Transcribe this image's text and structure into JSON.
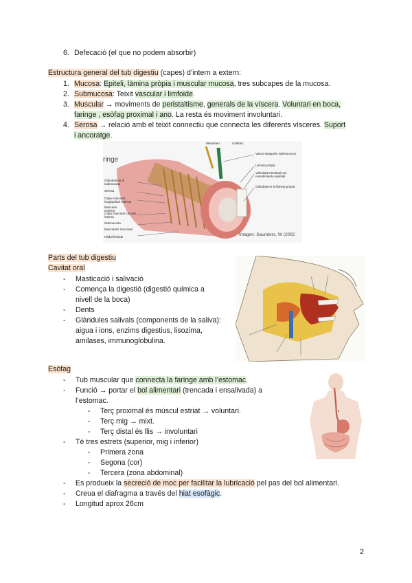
{
  "top_list": {
    "item6_num": "6.",
    "item6_text": "Defecació (el que no podem absorbir)"
  },
  "structure": {
    "heading_hl": "Estructura general del tub digestiu",
    "heading_rest": " (capes) d’intern a extern:",
    "items": [
      {
        "num": "1.",
        "parts": [
          {
            "t": "Mucosa",
            "h": "o"
          },
          {
            "t": ": "
          },
          {
            "t": "Epiteli, làmina pròpia i muscular mucosa",
            "h": "g"
          },
          {
            "t": ", tres subcapes de la mucosa."
          }
        ]
      },
      {
        "num": "2.",
        "parts": [
          {
            "t": "Submucosa",
            "h": "o"
          },
          {
            "t": ": Teixit "
          },
          {
            "t": "vascular i limfoide",
            "h": "g"
          },
          {
            "t": "."
          }
        ]
      },
      {
        "num": "3.",
        "line1": [
          {
            "t": "Muscular",
            "h": "o"
          },
          {
            "t": " → moviments de "
          },
          {
            "t": "peristaltisme",
            "h": "g"
          },
          {
            "t": ", "
          },
          {
            "t": "generals de la víscera",
            "h": "g"
          },
          {
            "t": ". "
          },
          {
            "t": "Voluntari en boca,",
            "h": "g"
          }
        ],
        "line2": [
          {
            "t": "faringe , esòfag proximal i ano",
            "h": "g"
          },
          {
            "t": ". La resta és moviment involuntari."
          }
        ]
      },
      {
        "num": "4.",
        "line1": [
          {
            "t": "Serosa",
            "h": "o"
          },
          {
            "t": " → relació amb el teixit connectiu que connecta les diferents vísceres. "
          },
          {
            "t": "Suport",
            "h": "g"
          }
        ],
        "line2": [
          {
            "t": "i ancoratge",
            "h": "g"
          },
          {
            "t": "."
          }
        ]
      }
    ]
  },
  "figure1": {
    "labels": {
      "mesenteri": "Mesenteri",
      "colidoc": "Colèdoc",
      "vasos": "Vasos sanguinis submucosos",
      "lamina": "Làmina pròpia",
      "vellositat": "Vellositat intestinal con revestimiento epitelial",
      "glandula_lamina": "Glàndula en la làmina pròpia",
      "glandula_sub": "Glàndula en la submucosa",
      "serosa": "Serosa",
      "capa_long": "Capa muscular longitudinal externa",
      "muscular_externa": "Muscular externa",
      "capa_circ": "Capa muscular circular interna",
      "submucosa": "Submucosa",
      "muscularis": "Muscularis mucosae",
      "nodul": "Nòdul linfoide",
      "credit": "Imagen: Saunders, W (2002",
      "fragment_top": "ringe"
    }
  },
  "parts": {
    "heading": "Parts del tub digestiu",
    "subheading": "Cavitat oral",
    "bullets": [
      {
        "line1": "Masticació i salivació"
      },
      {
        "line1": "Comença la digestió (digestió química a",
        "line2": "nivell de la boca)"
      },
      {
        "line1": "Dents"
      },
      {
        "line1": "Glàndules salivals (components de la saliva):",
        "line2": "aigua i ions, enzims digestius, lisozima,",
        "line3": "amilases, immunoglobulina."
      }
    ]
  },
  "esofag": {
    "heading": "Esòfag",
    "b1_pre": "Tub muscular que ",
    "b1_hl": "connecta la faringe amb l’estomac",
    "b1_post": ".",
    "b2_pre": "Funció → portar el ",
    "b2_hl": "bol alimentari",
    "b2_post": " (trencada i ensalivada) a",
    "b2_line2": "l’estomac.",
    "sub1": [
      "Terç proximal és múscul estriat → voluntari.",
      "Terç mig → mixt.",
      "Terç distal és llis → involuntari"
    ],
    "b3": "Té tres estrets (superior, mig i inferior)",
    "sub2": [
      "Primera zona",
      "Segona (cor)",
      "Tercera (zona abdominal)"
    ],
    "b4_pre": "Es produeix la ",
    "b4_hl": "secreció de moc per facilitar la lubricació",
    "b4_post": " pel pas del bol alimentari.",
    "b5_pre": "Creua el diafragma a través del ",
    "b5_hl": "hiat esofàgic",
    "b5_post": ".",
    "b6": "Longitud aprox 26cm"
  },
  "dash": "-",
  "page_number": "2"
}
